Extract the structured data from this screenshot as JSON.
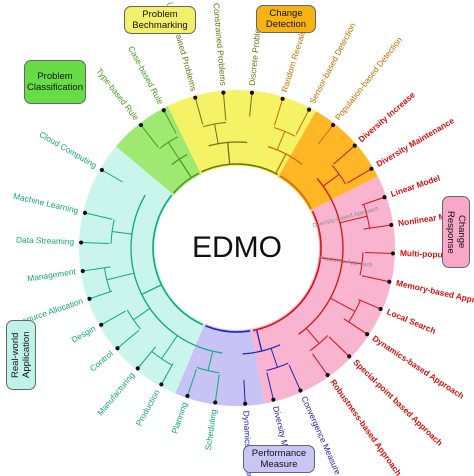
{
  "center_label": "EDMO",
  "category_tags": [
    {
      "id": "problem-bechmarking",
      "text": "Problem\nBechmarking",
      "fill": "#f3ef6a"
    },
    {
      "id": "change-detection",
      "text": "Change\nDetection",
      "fill": "#f7b313"
    },
    {
      "id": "problem-classification",
      "text": "Problem\nClassification",
      "fill": "#66dd44"
    },
    {
      "id": "change-response",
      "text": "Change\nResponse",
      "fill": "#f8a7c8"
    },
    {
      "id": "real-world-application",
      "text": "Real-world\nApplication",
      "fill": "#bff3ea"
    },
    {
      "id": "performance-measure",
      "text": "Performance\nMeasure",
      "fill": "#c9c6f6"
    }
  ],
  "sectors": [
    {
      "id": "green",
      "color": "#8ee55a",
      "label_color": "#4c9a1e",
      "leaves": [
        "Type-based Rule",
        "Case-based Rule"
      ]
    },
    {
      "id": "yellow",
      "color": "#f4f04a",
      "label_color": "#6b7417",
      "leaves": [
        "Unconstrained Problems",
        "Constrained Problems",
        "Discrete Problems"
      ]
    },
    {
      "id": "orange",
      "color": "#ffaa00",
      "label_color": "#c86e00",
      "leaves": [
        "Random Reevaluation",
        "Sensor-based Detection",
        "Population-based Detection"
      ]
    },
    {
      "id": "pink",
      "color": "#f8a7c8",
      "label_color": "#d81010",
      "leaves": [
        "Diversity Increase",
        "Diversity Maintenance",
        "Linear Model",
        "Nonlinear Model",
        "Multi-population",
        "Memory-based Approach",
        "Local Search",
        "Dynamics-based Approach",
        "Special-point based Approach",
        "Robustness-based Approach"
      ]
    },
    {
      "id": "violet",
      "color": "#bdb8f2",
      "label_color": "#2222bb",
      "leaves": [
        "Convergence Measure",
        "Diversity Measure",
        "Dynamics Measure"
      ]
    },
    {
      "id": "cyan",
      "color": "#bff3ea",
      "label_color": "#14a67a",
      "leaves": [
        "Scheduling",
        "Planning",
        "Production",
        "Manufacturing",
        "Control",
        "Desgin",
        "Resource Allocation",
        "Management",
        "Data Streaming",
        "Machine Learning",
        "Cloud Computing"
      ]
    }
  ],
  "inner_annotations": [
    "Diversity-based Approach",
    "Predictive Approach"
  ],
  "annotation_color": "#8a8a8a",
  "leaf_dot_color": "#111111"
}
